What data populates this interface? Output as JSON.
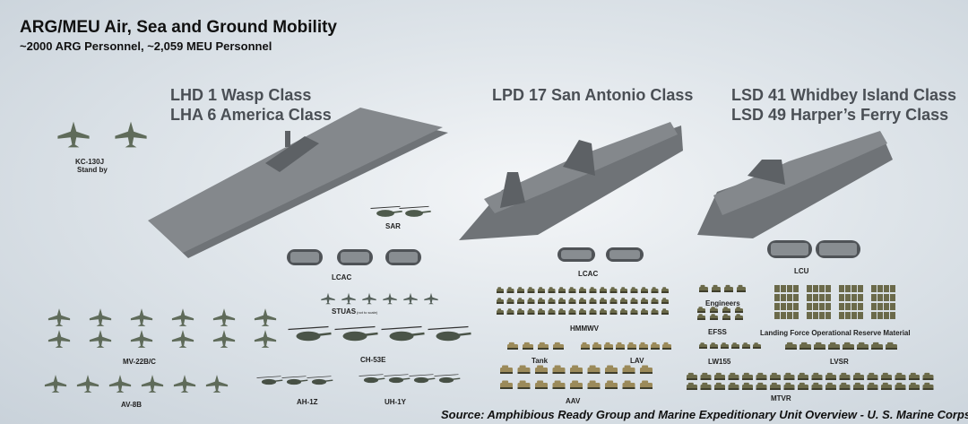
{
  "header": {
    "title": "ARG/MEU Air, Sea and Ground Mobility",
    "subtitle": "~2000 ARG Personnel, ~2,059 MEU Personnel"
  },
  "ship_classes": {
    "lhd_line1": "LHD 1 Wasp Class",
    "lhd_line2": "LHA 6 America Class",
    "lpd": "LPD 17 San Antonio Class",
    "lsd_line1": "LSD 41 Whidbey Island Class",
    "lsd_line2": "LSD 49 Harper’s Ferry Class"
  },
  "labels": {
    "kc130_line1": "KC-130J",
    "kc130_line2": "Stand by",
    "sar": "SAR",
    "lcac_lhd": "LCAC",
    "lcac_lpd": "LCAC",
    "lcu": "LCU",
    "stuas": "STUAS",
    "stuas_note": "(not to scale)",
    "mv22": "MV-22B/C",
    "ch53": "CH-53E",
    "av8": "AV-8B",
    "ah1": "AH-1Z",
    "uh1": "UH-1Y",
    "hmmwv": "HMMWV",
    "tank": "Tank",
    "lav": "LAV",
    "aav": "AAV",
    "engineers": "Engineers",
    "efss": "EFSS",
    "lform": "Landing Force Operational Reserve Material",
    "lw155": "LW155",
    "lvsr": "LVSR",
    "mtvr": "MTVR"
  },
  "source": "Source: Amphibious Ready Group and Marine Expeditionary Unit Overview - U. S. Marine Corps",
  "colors": {
    "hull": "#6f7377",
    "deck": "#84888c",
    "deck_dark": "#5d6165",
    "vehicle": "#6b6a4a",
    "tan": "#9b8a5a",
    "aircraft": "#5f6b5a",
    "background": "#dfe5ea"
  },
  "icons": {
    "aircraft": "aircraft-silhouette-icon",
    "helicopter": "helicopter-silhouette-icon",
    "ship": "ship-silhouette-icon",
    "vehicle": "vehicle-silhouette-icon"
  }
}
